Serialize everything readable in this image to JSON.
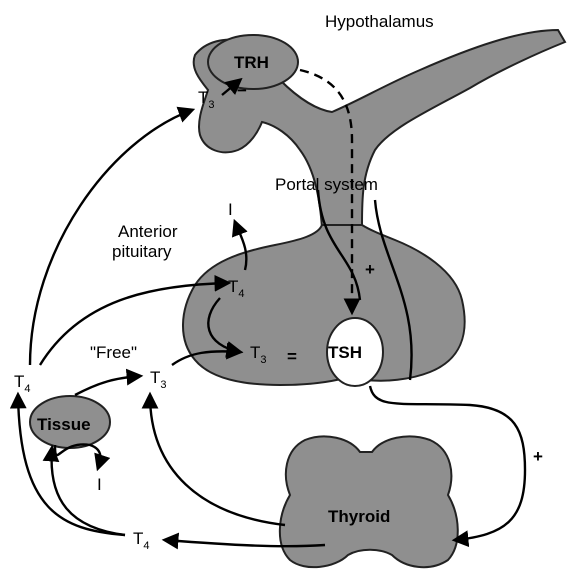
{
  "labels": {
    "hypothalamus": "Hypothalamus",
    "trh": "TRH",
    "portal_system": "Portal system",
    "anterior": "Anterior",
    "pituitary": "pituitary",
    "free": "\"Free\"",
    "tsh": "TSH",
    "tissue": "Tissue",
    "thyroid": "Thyroid",
    "t": "T",
    "sub3": "3",
    "sub4": "4",
    "iodide": "I",
    "plus": "+",
    "minus": "−",
    "equiv": "="
  },
  "colors": {
    "organ_fill": "#8f8f8f",
    "line": "#000000",
    "background": "#ffffff"
  },
  "icons": {
    "arrowhead": "triangle-arrowhead"
  }
}
